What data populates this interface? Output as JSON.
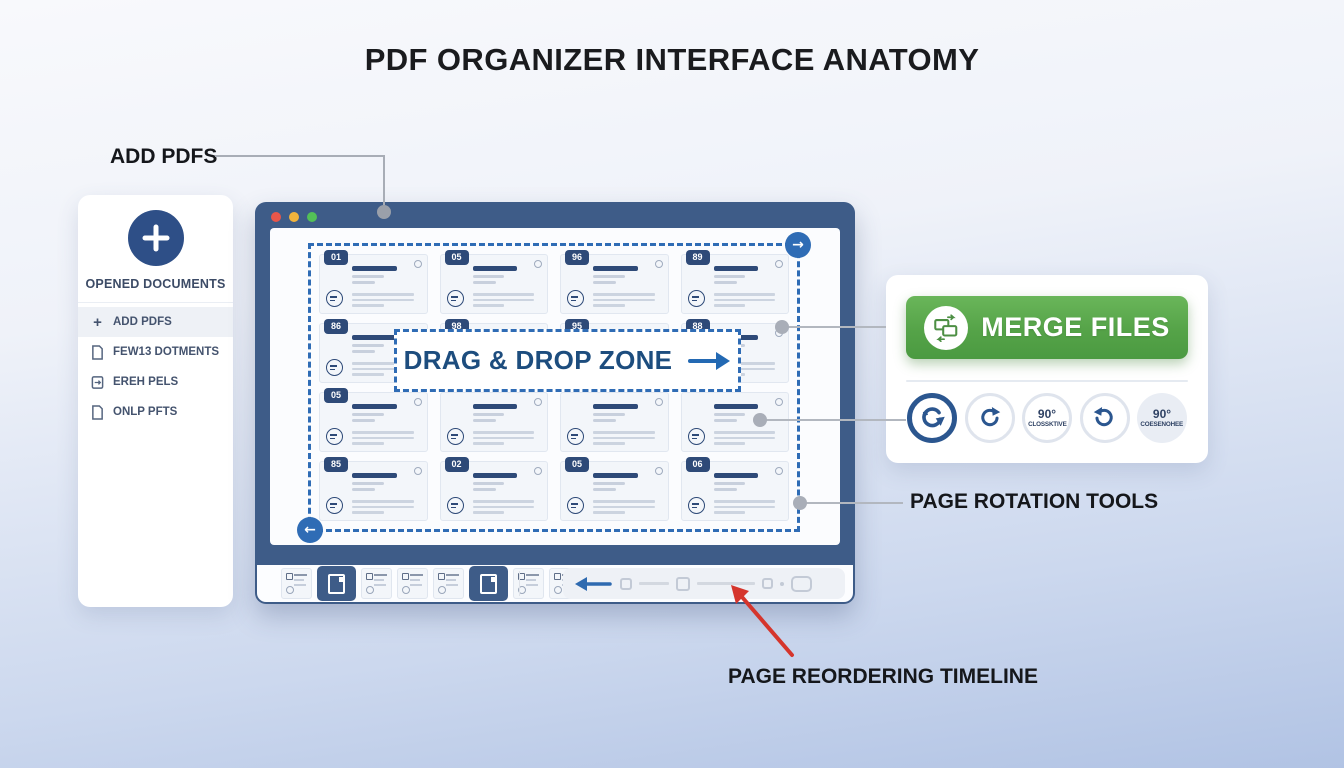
{
  "title": "PDF ORGANIZER INTERFACE ANATOMY",
  "annotations": {
    "add_pdfs": "ADD PDFS",
    "page_rotation_tools": "PAGE ROTATION TOOLS",
    "page_reordering_timeline": "PAGE REORDERING TIMELINE"
  },
  "sidebar": {
    "heading": "OPENED DOCUMENTS",
    "items": [
      {
        "icon": "plus-icon",
        "label": "ADD PDFS",
        "active": true
      },
      {
        "icon": "document-icon",
        "label": "FEW13 DOTMENTS",
        "active": false
      },
      {
        "icon": "document-export-icon",
        "label": "EREH PELS",
        "active": false
      },
      {
        "icon": "document-icon",
        "label": "ONLP PFTS",
        "active": false
      }
    ]
  },
  "organizer_window": {
    "drop_zone_label": "DRAG & DROP ZONE",
    "pages": [
      {
        "num": "01"
      },
      {
        "num": "05"
      },
      {
        "num": "96"
      },
      {
        "num": "89"
      },
      {
        "num": "86"
      },
      {
        "num": "98"
      },
      {
        "num": "95"
      },
      {
        "num": "88"
      },
      {
        "num": "05"
      },
      {
        "num": ""
      },
      {
        "num": ""
      },
      {
        "num": ""
      },
      {
        "num": "85"
      },
      {
        "num": "02"
      },
      {
        "num": "05"
      },
      {
        "num": "06"
      }
    ],
    "timeline_thumbs": [
      {
        "state": "light"
      },
      {
        "state": "selected"
      },
      {
        "state": "light"
      },
      {
        "state": "light"
      },
      {
        "state": "light"
      },
      {
        "state": "selected"
      },
      {
        "state": "light"
      },
      {
        "state": "light"
      }
    ]
  },
  "merge_panel": {
    "button_label": "MERGE FILES",
    "tools": [
      {
        "icon": "rotate-clockwise-bold-icon",
        "deg": "",
        "caption": ""
      },
      {
        "icon": "rotate-clockwise-icon",
        "deg": "",
        "caption": ""
      },
      {
        "icon": "degree-label",
        "deg": "90°",
        "caption": "CLOSSKTIVE"
      },
      {
        "icon": "rotate-counterclockwise-icon",
        "deg": "",
        "caption": ""
      },
      {
        "icon": "degree-label",
        "deg": "90°",
        "caption": "COESENOHEE"
      }
    ]
  },
  "icons": {
    "window_controls": [
      "close",
      "minimize",
      "expand"
    ],
    "merge_button_icon": "overlapping-pages-cycle",
    "marquee_corner_arrows": [
      "arrow-right",
      "arrow-left"
    ],
    "timeline_arrow": "arrow-left",
    "drop_zone_arrow": "arrow-right"
  },
  "colors": {
    "window_chrome": "#3e5c88",
    "accent_blue": "#2f6cb5",
    "badge_blue": "#2e4a78",
    "merge_green": "#55a348",
    "annotation_red": "#d5352c",
    "connector_gray": "#a9aeb8"
  },
  "glyphs": {
    "arrow_right": "→",
    "arrow_left": "←"
  }
}
